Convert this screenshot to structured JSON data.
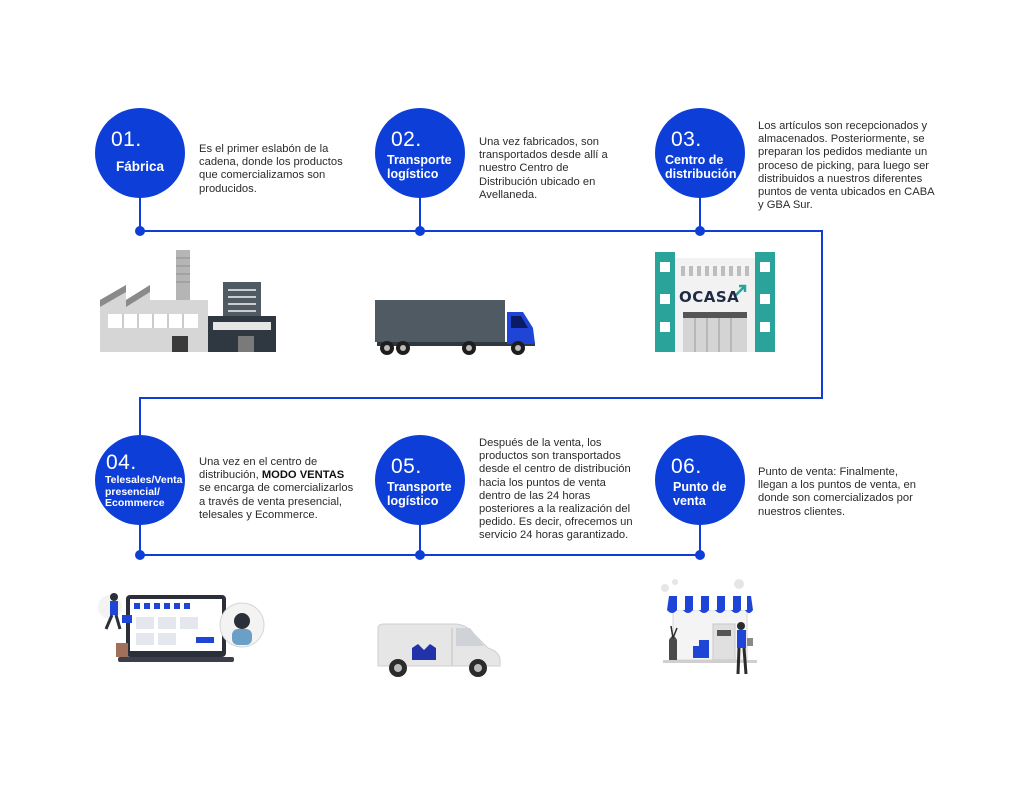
{
  "steps": [
    {
      "number": "01.",
      "title": "Fábrica",
      "description": "Es el primer eslabón de la cadena, donde los productos que comercializamos son producidos."
    },
    {
      "number": "02.",
      "title": "Transporte logístico",
      "description": "Una vez fabricados, son transportados desde allí a nuestro Centro de Distribución ubicado en Avellaneda."
    },
    {
      "number": "03.",
      "title": "Centro de distribución",
      "description": "Los artículos son recepcionados y almacenados. Posteriormente, se preparan los pedidos mediante un proceso de picking, para luego ser distribuidos a nuestros diferentes puntos de venta ubicados en CABA y GBA Sur."
    },
    {
      "number": "04.",
      "title": "Telesales/Venta presencial/ Ecommerce",
      "description_pre": "Una vez en el centro de distribución, ",
      "description_bold": "MODO VENTAS",
      "description_post": " se encarga de comercializarlos a través de venta presencial, telesales y Ecommerce."
    },
    {
      "number": "05.",
      "title": "Transporte logístico",
      "description": "Después de la venta, los productos son transportados desde el centro de distribución hacia los puntos de venta dentro de las 24 horas posteriores a la realización del pedido. Es decir, ofrecemos un servicio 24 horas garantizado."
    },
    {
      "number": "06.",
      "title": "Punto de venta",
      "description": "Punto de venta: Finalmente, llegan a los puntos de venta, en donde son comercializados por nuestros clientes."
    }
  ],
  "illustrations": {
    "warehouse_sign": "OCASA"
  },
  "colors": {
    "accent": "#0d3fd8",
    "text": "#2b2b2b"
  }
}
